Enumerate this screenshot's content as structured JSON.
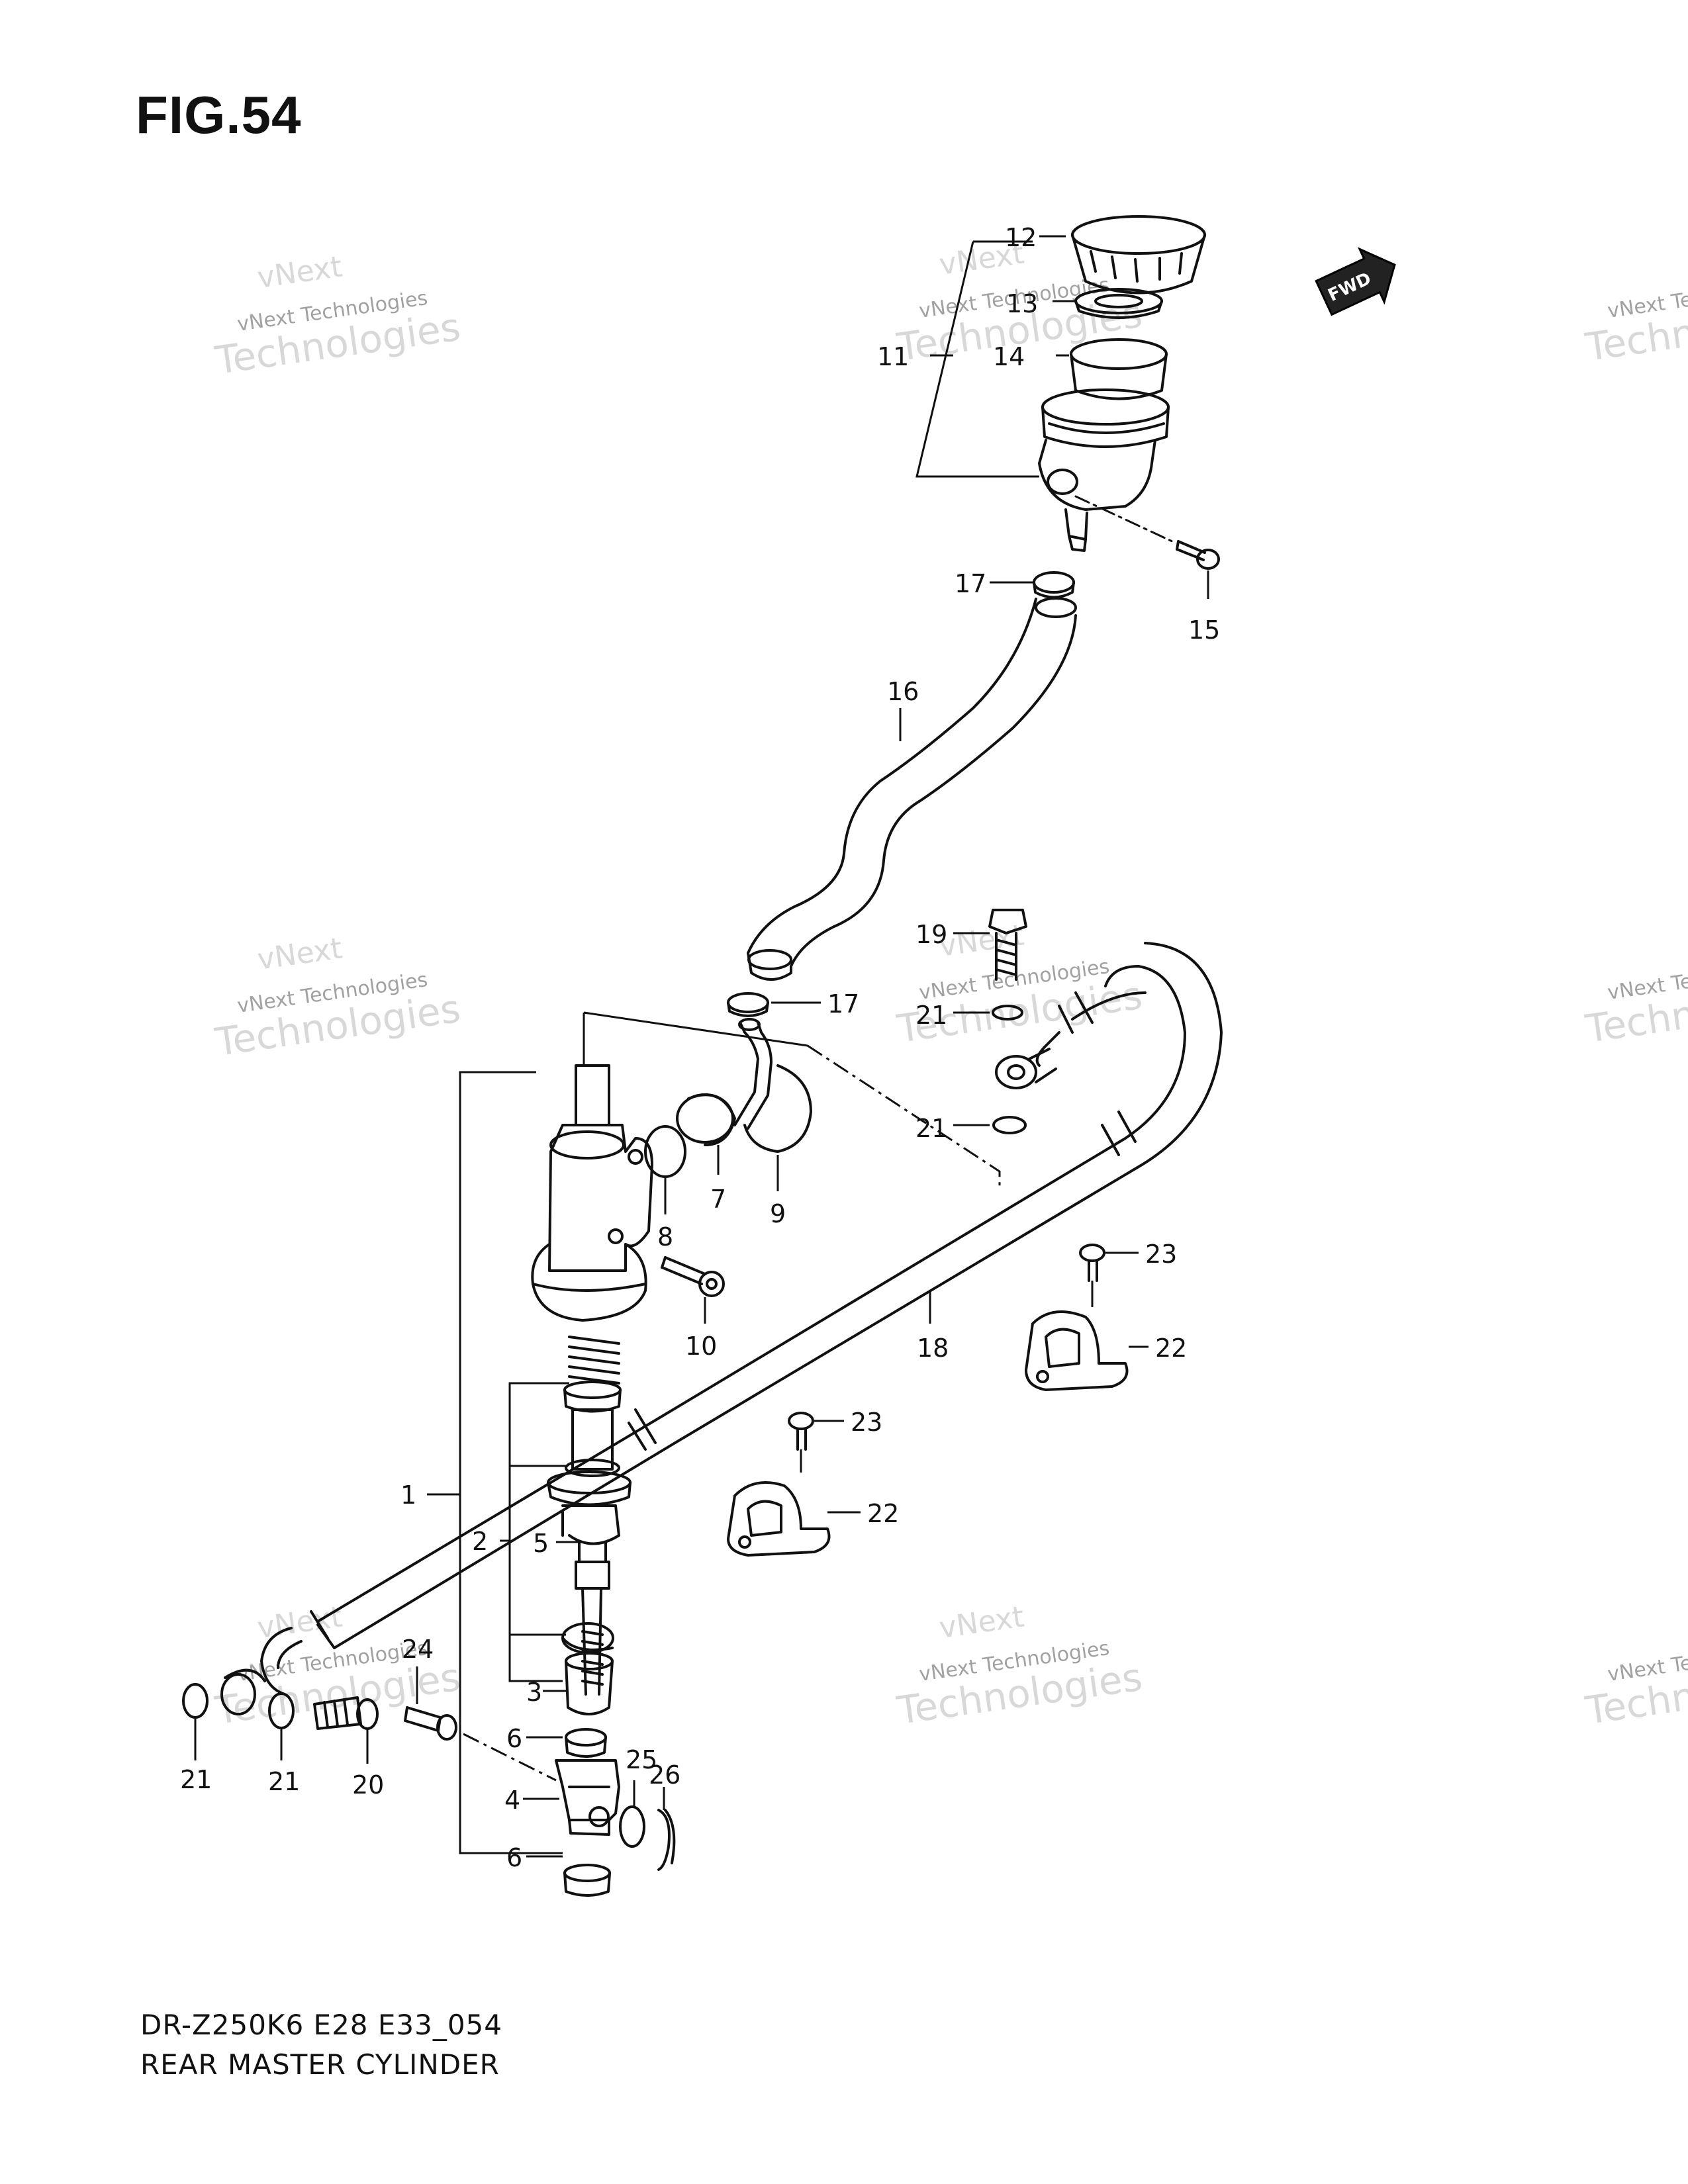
{
  "figure_title": "FIG.54",
  "footer": {
    "model_code": "DR-Z250K6 E28 E33_054",
    "diagram_name": "REAR MASTER CYLINDER"
  },
  "fwd_badge": "FWD",
  "watermark": {
    "line_small": "vNext Technologies",
    "line_top": "vNext",
    "line_big": "Technologies"
  },
  "callouts": {
    "c1": "1",
    "c2": "2",
    "c3": "3",
    "c4": "4",
    "c5": "5",
    "c6a": "6",
    "c6b": "6",
    "c7": "7",
    "c8": "8",
    "c9": "9",
    "c10": "10",
    "c11": "11",
    "c12": "12",
    "c13": "13",
    "c14": "14",
    "c15": "15",
    "c16": "16",
    "c17a": "17",
    "c17b": "17",
    "c18": "18",
    "c19": "19",
    "c20": "20",
    "c21a": "21",
    "c21b": "21",
    "c21c": "21",
    "c21d": "21",
    "c22a": "22",
    "c22b": "22",
    "c23a": "23",
    "c23b": "23",
    "c24": "24",
    "c25": "25",
    "c26": "26"
  }
}
